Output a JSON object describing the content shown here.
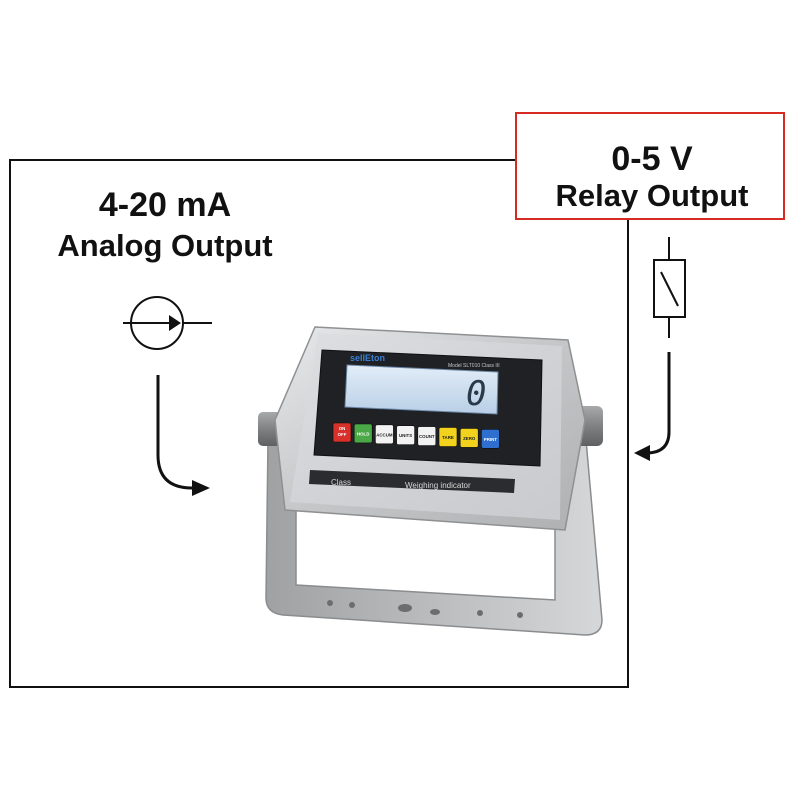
{
  "analog": {
    "title": "4-20 mA",
    "subtitle": "Analog Output"
  },
  "relay": {
    "title": "0-5 V",
    "subtitle": "Relay Output"
  },
  "indicator": {
    "brand": "sellEton",
    "model": "Model SLT010  Class III",
    "display_value": "0",
    "class_label": "Class",
    "panel_label": "Weighing   indicator",
    "buttons": [
      {
        "label": "ON OFF",
        "color": "#d8302a",
        "text": "#ffffff"
      },
      {
        "label": "HOLD",
        "color": "#4aa846",
        "text": "#ffffff"
      },
      {
        "label": "ACCUM",
        "color": "#f2f2f2",
        "text": "#222222"
      },
      {
        "label": "UNITS",
        "color": "#f2f2f2",
        "text": "#222222"
      },
      {
        "label": "COUNT",
        "color": "#f2f2f2",
        "text": "#222222"
      },
      {
        "label": "TARE",
        "color": "#f2d21c",
        "text": "#222222"
      },
      {
        "label": "ZERO",
        "color": "#f2d21c",
        "text": "#222222"
      },
      {
        "label": "PRINT",
        "color": "#2f6fd0",
        "text": "#ffffff"
      }
    ]
  },
  "colors": {
    "relay_border": "#d62a22",
    "frame": "#111111",
    "steel": "#cfd1d3",
    "lcd": "#cde0f2"
  },
  "icons": [
    "current-source-icon",
    "relay-switch-icon",
    "curved-arrow-icon"
  ]
}
